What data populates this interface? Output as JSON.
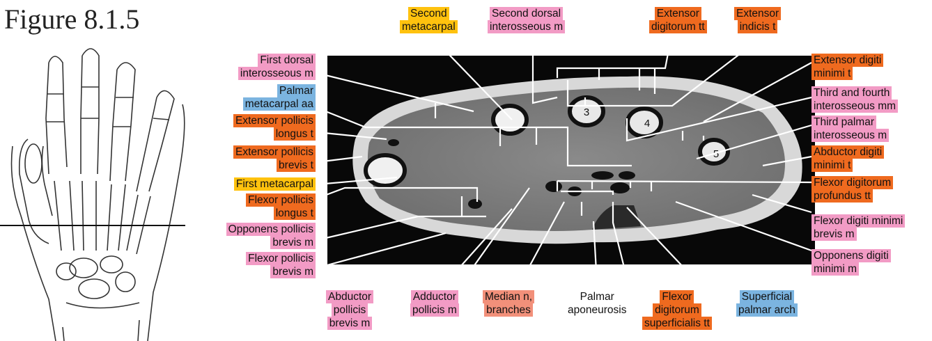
{
  "figure_title": "Figure 8.1.5",
  "colors": {
    "muscle": "#f29bc5",
    "tendon": "#ef6a1f",
    "bone": "#ffc20e",
    "vessel": "#7bb4e0",
    "nerve": "#f2907a"
  },
  "metacarpal_numbers": [
    "3",
    "4",
    "5"
  ],
  "labels": {
    "second_metacarpal": [
      "Second",
      "metacarpal"
    ],
    "second_dorsal_interosseous": [
      "Second dorsal",
      "interosseous m"
    ],
    "extensor_digitorum": [
      "Extensor",
      "digitorum tt"
    ],
    "extensor_indicis": [
      "Extensor",
      "indicis t"
    ],
    "first_dorsal_interosseous": [
      "First dorsal",
      "interosseous m"
    ],
    "palmar_metacarpal": [
      "Palmar",
      "metacarpal aa"
    ],
    "extensor_pollicis_longus": [
      "Extensor pollicis",
      "longus t"
    ],
    "extensor_pollicis_brevis": [
      "Extensor pollicis",
      "brevis t"
    ],
    "first_metacarpal": [
      "First metacarpal"
    ],
    "flexor_pollicis_longus": [
      "Flexor pollicis",
      "longus t"
    ],
    "opponens_pollicis": [
      "Opponens pollicis",
      "brevis m"
    ],
    "flexor_pollicis_brevis": [
      "Flexor pollicis",
      "brevis m"
    ],
    "extensor_digiti_minimi": [
      "Extensor digiti",
      "minimi t"
    ],
    "third_fourth_interosseous": [
      "Third and fourth",
      "interosseous mm"
    ],
    "third_palmar_interosseous": [
      "Third palmar",
      "interosseous m"
    ],
    "abductor_digiti_minimi": [
      "Abductor digiti",
      "minimi t"
    ],
    "flexor_digitorum_profundus": [
      "Flexor digitorum",
      "profundus tt"
    ],
    "flexor_digiti_minimi_brevis": [
      "Flexor digiti minimi",
      "brevis m"
    ],
    "opponens_digiti_minimi": [
      "Opponens digiti",
      "minimi m"
    ],
    "abductor_pollicis_brevis": [
      "Abductor",
      "pollicis",
      "brevis m"
    ],
    "adductor_pollicis": [
      "Adductor",
      "pollicis m"
    ],
    "median_nerve": [
      "Median n,",
      "branches"
    ],
    "palmar_aponeurosis": [
      "Palmar",
      "aponeurosis"
    ],
    "flexor_digitorum_superficialis": [
      "Flexor",
      "digitorum",
      "superficialis tt"
    ],
    "superficial_palmar_arch": [
      "Superficial",
      "palmar arch"
    ]
  }
}
